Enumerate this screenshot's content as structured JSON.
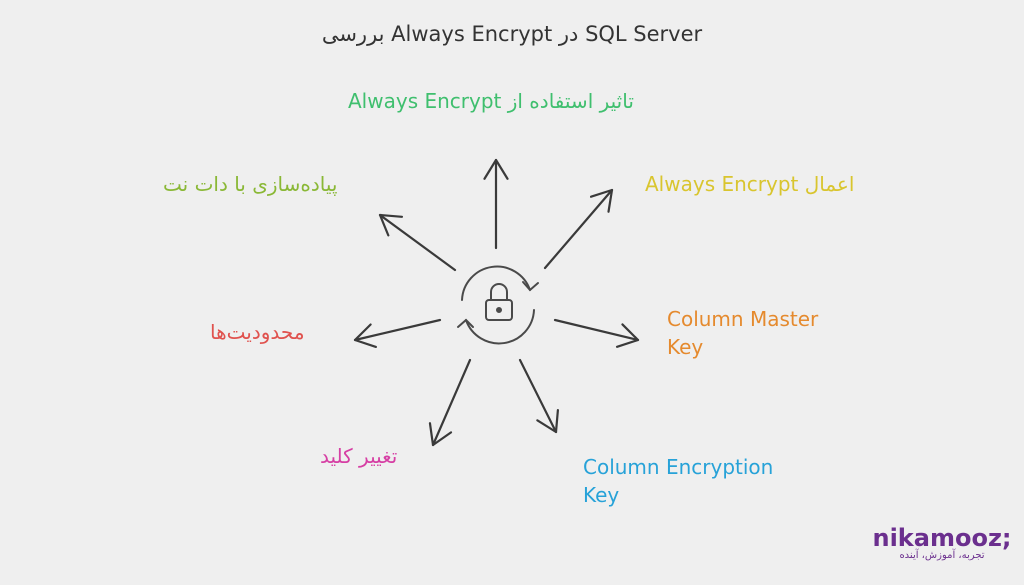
{
  "title": "بررسی Always Encrypt در SQL Server",
  "center": {
    "icon": "lock-rotate-icon"
  },
  "branches": [
    {
      "label": "تاثیر استفاده از Always Encrypt",
      "color": "#3fbf6e"
    },
    {
      "label": "اعمال Always Encrypt",
      "color": "#d9c52e"
    },
    {
      "label": "Column Master Key",
      "color": "#e58a2e"
    },
    {
      "label": "Column Encryption Key",
      "color": "#27a2d8"
    },
    {
      "label": "تغییر کلید",
      "color": "#d63fa4"
    },
    {
      "label": "محدودیت‌ها",
      "color": "#e0524e"
    },
    {
      "label": "پیاده‌سازی با دات نت",
      "color": "#8ab836"
    }
  ],
  "logo": {
    "word": "nikamooz;",
    "tagline": "تجربه، آموزش، آینده"
  }
}
